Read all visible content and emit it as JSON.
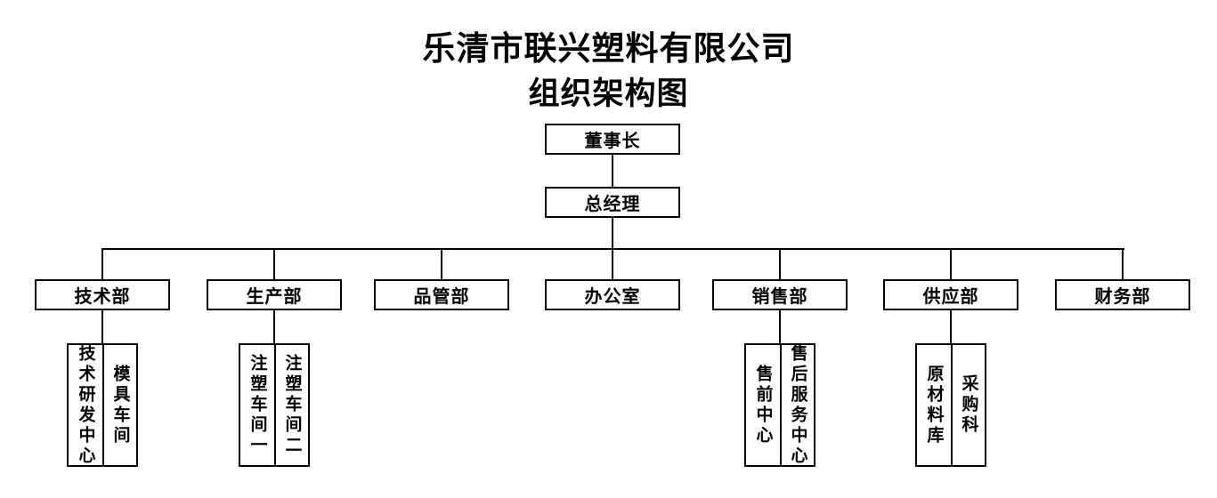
{
  "title": {
    "line1": "乐清市联兴塑料有限公司",
    "line2": "组织架构图"
  },
  "org": {
    "chairman": "董事长",
    "general_manager": "总经理",
    "departments": [
      {
        "name": "技术部",
        "children": [
          "技术研发中心",
          "模具车间"
        ]
      },
      {
        "name": "生产部",
        "children": [
          "注塑车间一",
          "注塑车间二"
        ]
      },
      {
        "name": "品管部",
        "children": []
      },
      {
        "name": "办公室",
        "children": []
      },
      {
        "name": "销售部",
        "children": [
          "售前中心",
          "售后服务中心"
        ]
      },
      {
        "name": "供应部",
        "children": [
          "原材料库",
          "采购科"
        ]
      },
      {
        "name": "财务部",
        "children": []
      }
    ]
  },
  "colors": {
    "line": "#000000",
    "text": "#000000",
    "background": "#ffffff"
  }
}
